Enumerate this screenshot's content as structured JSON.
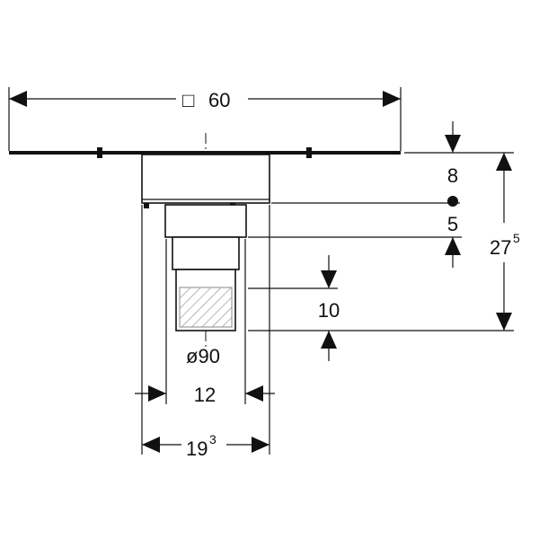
{
  "drawing": {
    "square_symbol": "□",
    "dimensions": {
      "plate_width": "60",
      "plate_to_body": "8",
      "body_to_outlet": "5",
      "total_height_main": "27",
      "total_height_sup": "5",
      "outlet_length": "10",
      "outlet_diameter": "ø90",
      "outlet_width": "12",
      "body_width_main": "19",
      "body_width_sup": "3"
    }
  }
}
